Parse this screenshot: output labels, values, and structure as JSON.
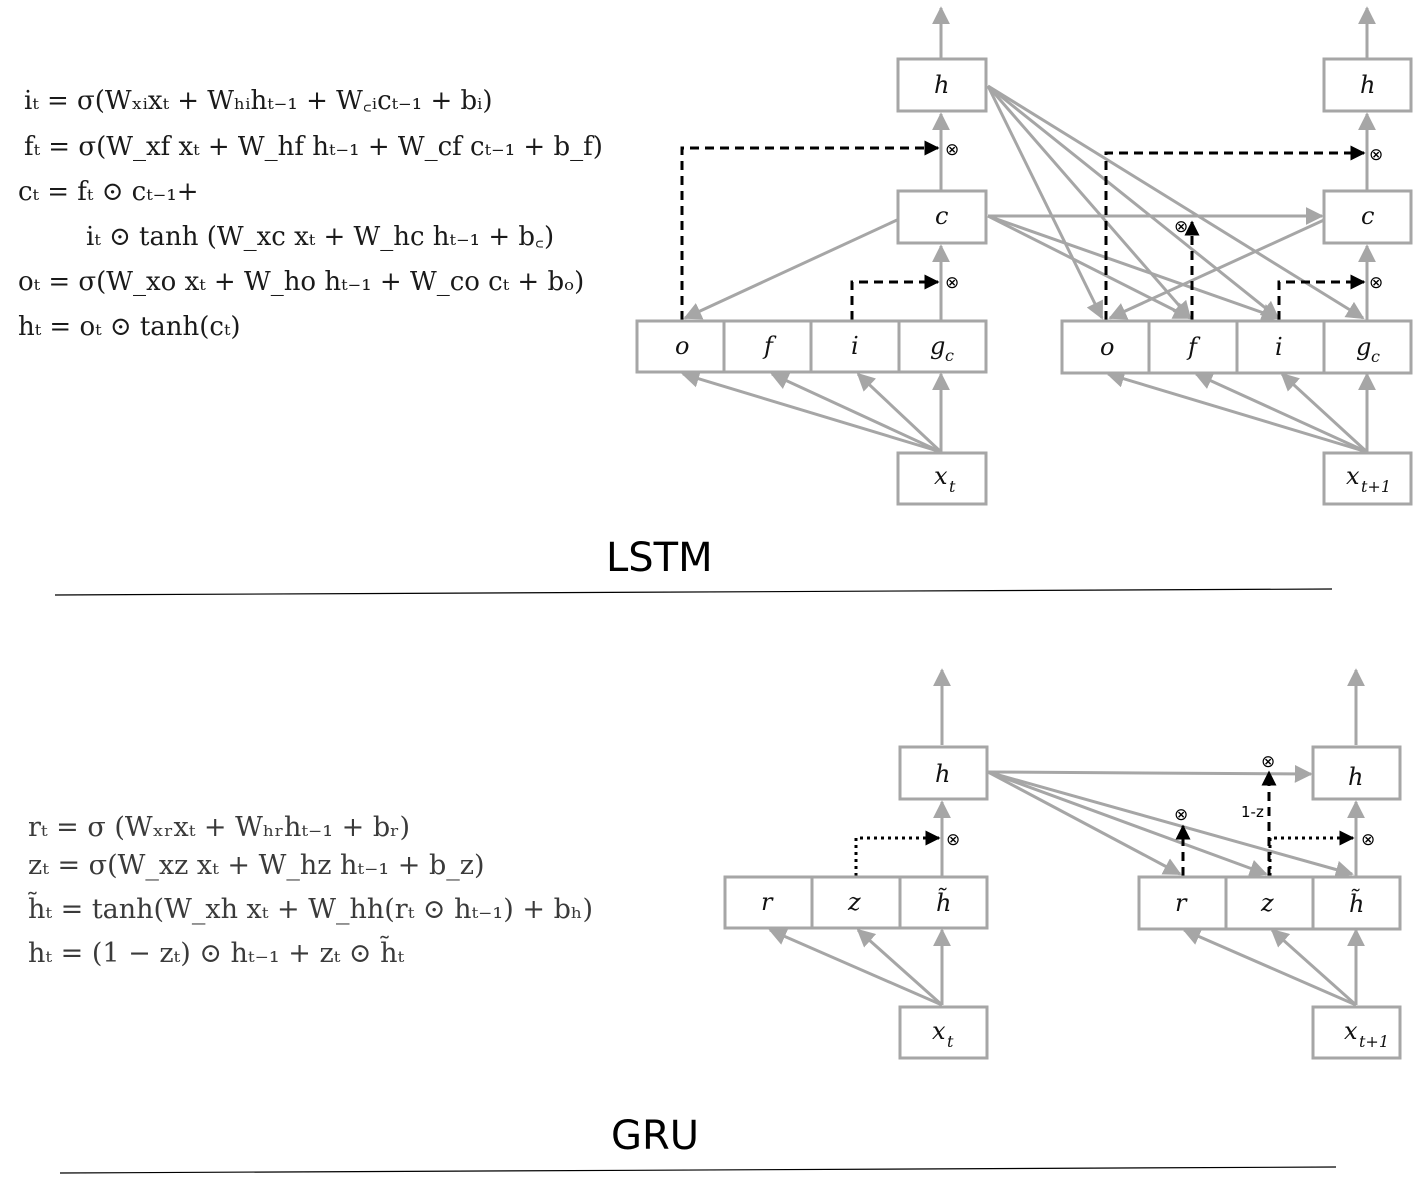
{
  "lstm": {
    "title": "LSTM",
    "equations": [
      "iₜ = σ(Wₓᵢxₜ + Wₕᵢhₜ₋₁ + W꜀ᵢcₜ₋₁ + bᵢ)",
      "fₜ = σ(W_xf xₜ + W_hf hₜ₋₁ + W_cf cₜ₋₁ + b_f)",
      "cₜ = fₜ ⊙ cₜ₋₁+",
      "iₜ ⊙ tanh (W_xc xₜ + W_hc hₜ₋₁ + b꜀)",
      "oₜ = σ(W_xo xₜ + W_ho hₜ₋₁ + W_co cₜ + bₒ)",
      "hₜ = oₜ ⊙ tanh(cₜ)"
    ],
    "nodes": {
      "h": "h",
      "c": "c",
      "o": "o",
      "f": "f",
      "i": "i",
      "g": "g",
      "g_sub": "c",
      "x": "x",
      "x_sub_t": "t",
      "x_sub_t1": "t+1"
    },
    "mult": "⊗"
  },
  "gru": {
    "title": "GRU",
    "equations": [
      "rₜ = σ (Wₓᵣxₜ + Wₕᵣhₜ₋₁ + bᵣ)",
      "zₜ = σ(W_xz xₜ + W_hz hₜ₋₁ + b_z)",
      "h̃ₜ = tanh(W_xh xₜ + W_hh(rₜ ⊙ hₜ₋₁) + bₕ)",
      "hₜ = (1 − zₜ) ⊙ hₜ₋₁ + zₜ ⊙ h̃ₜ"
    ],
    "nodes": {
      "h": "h",
      "r": "r",
      "z": "z",
      "htilde": "h̃",
      "x": "x",
      "x_sub_t": "t",
      "x_sub_t1": "t+1"
    },
    "one_minus_z": "1-z",
    "mult": "⊗"
  },
  "colors": {
    "arrow_gray": "#a6a6a6",
    "gate_black": "#000000"
  }
}
